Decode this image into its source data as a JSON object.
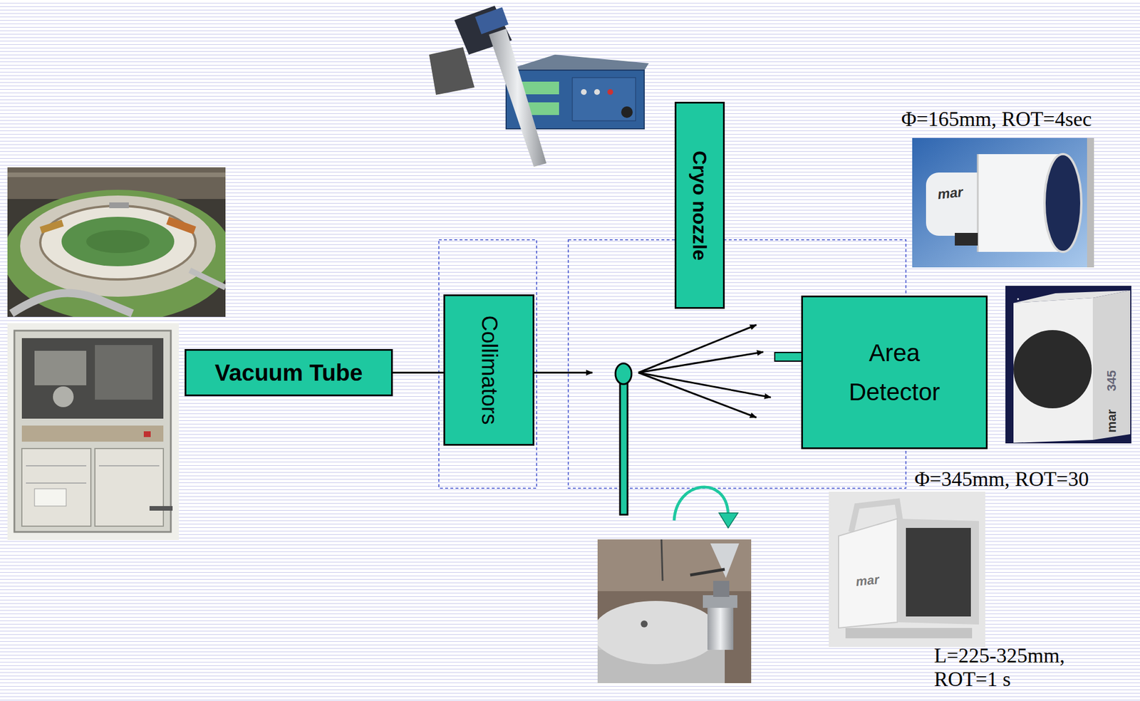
{
  "diagram": {
    "nodes": [
      {
        "text": [
          "Vacuum Tube"
        ]
      },
      {
        "text": [
          "Collimators"
        ]
      },
      {
        "text": [
          "Cryo nozzle"
        ]
      },
      {
        "text": [
          "Area Detector"
        ]
      }
    ],
    "edges": [
      {
        "from": 0,
        "to": 1,
        "arrow": "none"
      }
    ],
    "labels": [
      "Φ=165mm, ROT=4sec",
      "mar",
      "mar",
      "345",
      "Φ=345mm, ROT=30",
      "mar",
      "L=225-325mm, ROT=1 s"
    ]
  }
}
